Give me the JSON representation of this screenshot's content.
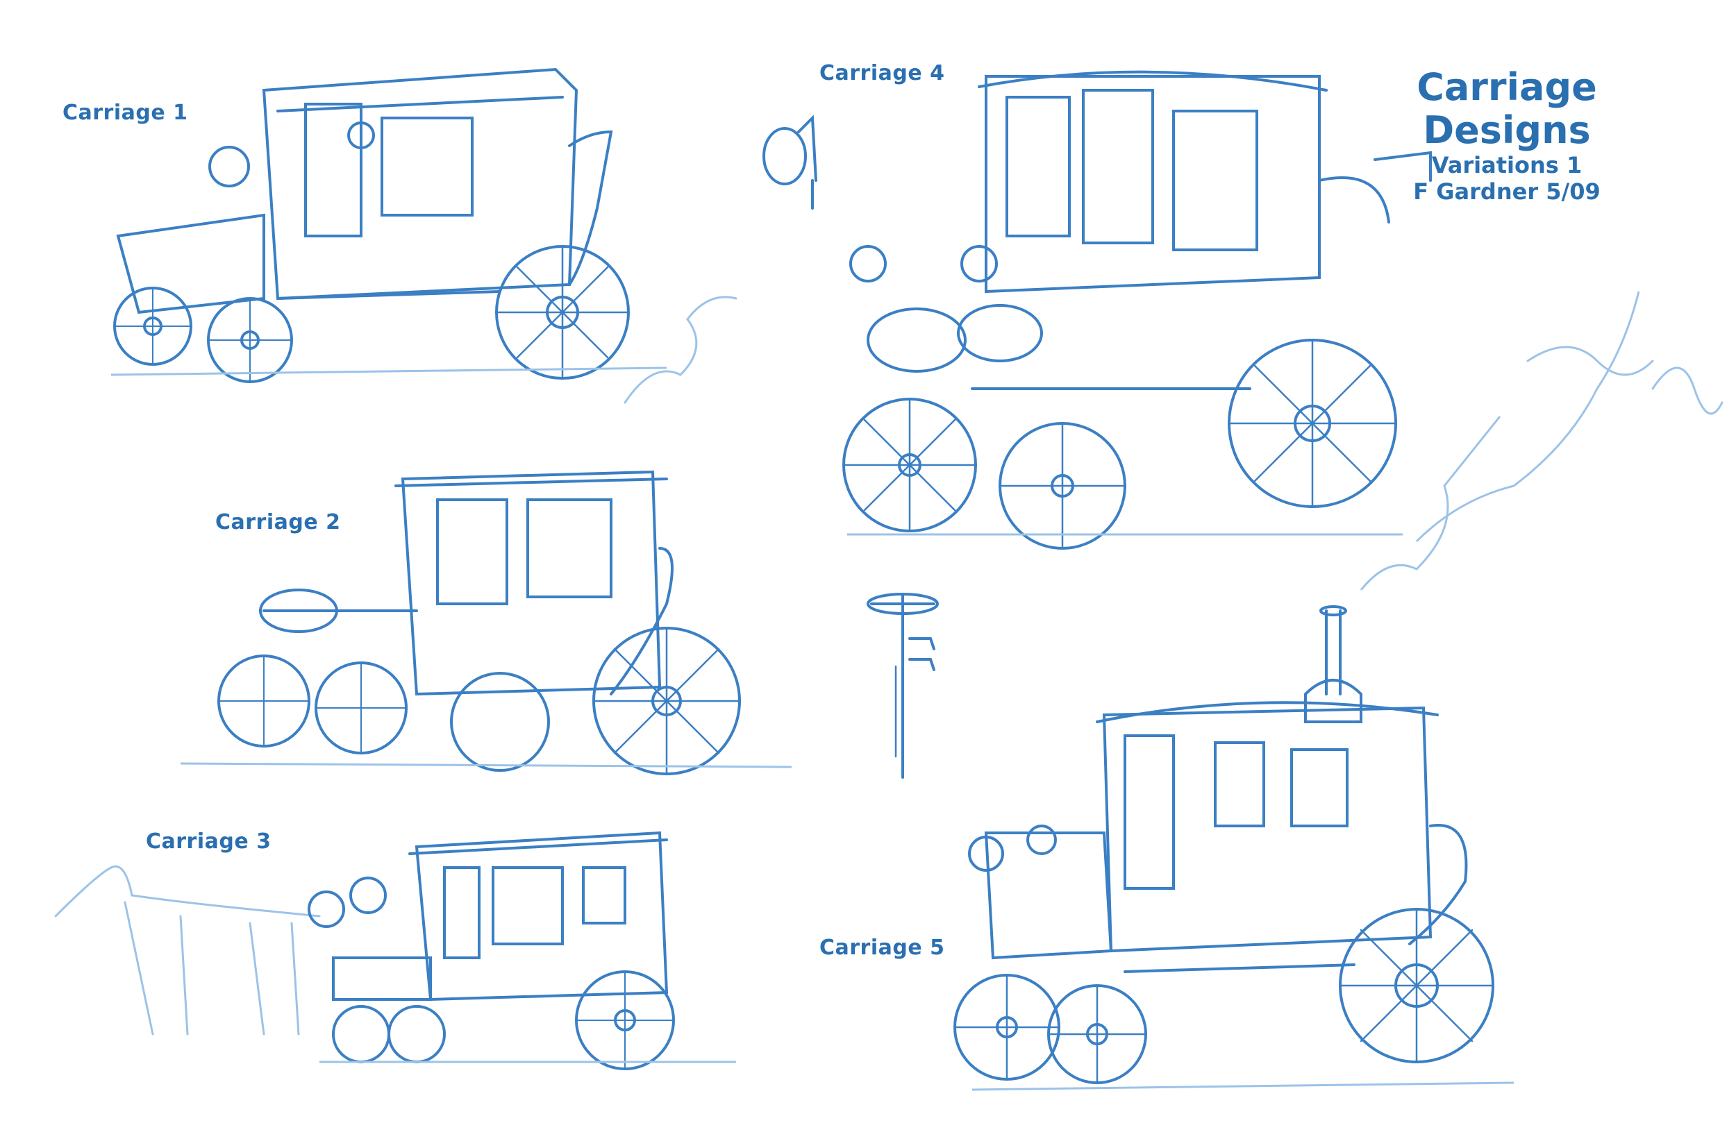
{
  "sheet": {
    "title": "Carriage Designs",
    "subtitle": "Variations 1",
    "credit": "F Gardner 5/09"
  },
  "labels": {
    "carriage1": "Carriage 1",
    "carriage2": "Carriage 2",
    "carriage3": "Carriage 3",
    "carriage4": "Carriage 4",
    "carriage5": "Carriage 5"
  },
  "colors": {
    "ink": "#2a6fb0",
    "pencil": "#3b7fc4",
    "light": "#9cc3e8"
  }
}
